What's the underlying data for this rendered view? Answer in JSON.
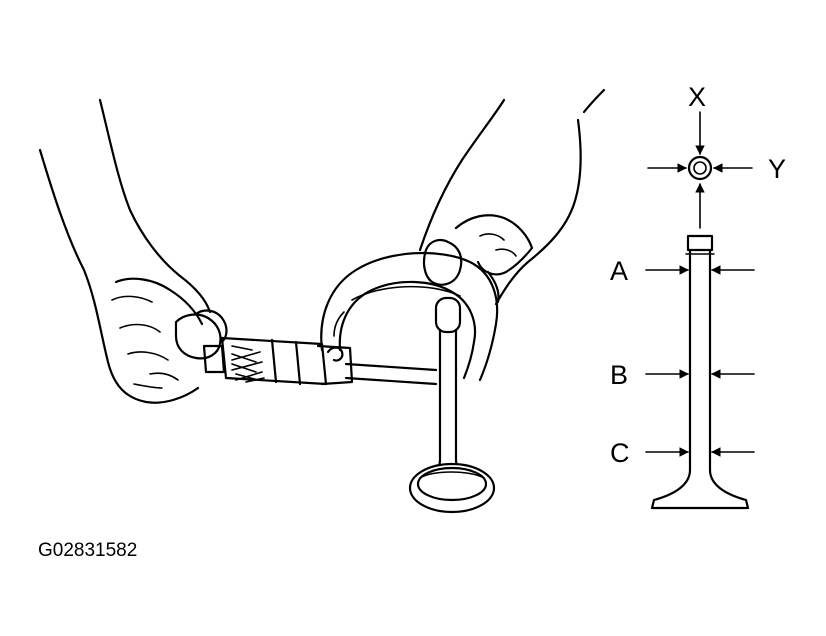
{
  "figure": {
    "code": "G02831582",
    "labels": {
      "x": "X",
      "y": "Y",
      "a": "A",
      "b": "B",
      "c": "C"
    },
    "icons": {
      "hands": "hand-icon",
      "micrometer": "micrometer-icon",
      "valve": "valve-icon",
      "arrow": "arrow-icon"
    },
    "colors": {
      "ink": "#000000",
      "paper": "#ffffff"
    }
  }
}
